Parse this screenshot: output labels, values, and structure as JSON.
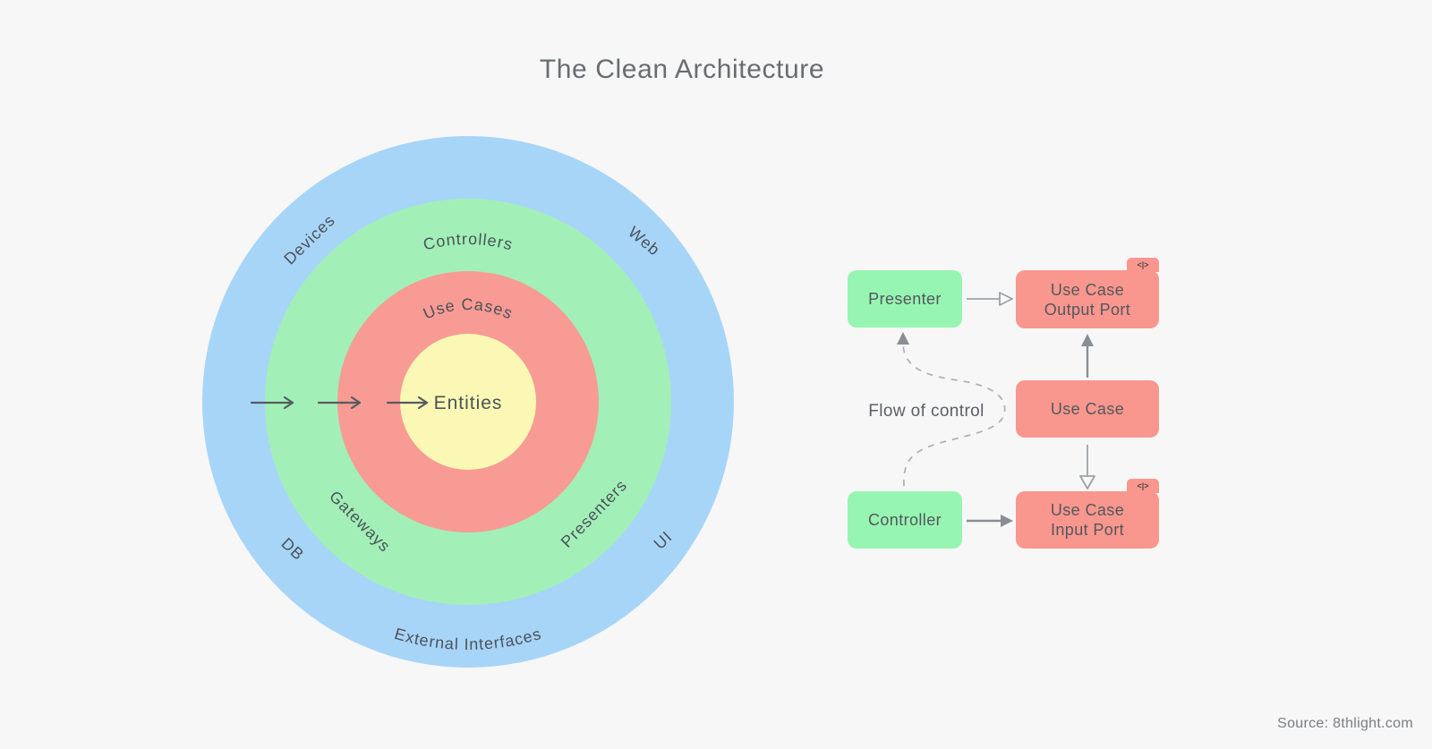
{
  "page": {
    "title": "The Clean Architecture",
    "source": "Source: 8thlight.com",
    "background": "#f7f7f7"
  },
  "colors": {
    "ring_blue": "#a7d5f8",
    "ring_green": "#a2f0b7",
    "ring_red": "#f89b94",
    "ring_yellow": "#faf8b4",
    "box_green": "#97f5b2",
    "box_red": "#f9978e",
    "arrow_dark": "#565b62",
    "arrow_gray": "#8a8d93",
    "dashed_gray": "#b0b2b6",
    "label_dark": "#4c525a"
  },
  "circle_diagram": {
    "labels": {
      "entities": "Entities",
      "use_cases": "Use Cases",
      "controllers": "Controllers",
      "gateways": "Gateways",
      "presenters": "Presenters",
      "devices": "Devices",
      "web": "Web",
      "db": "DB",
      "ui": "UI",
      "external_interfaces": "External Interfaces"
    }
  },
  "flow_diagram": {
    "presenter_label": "Presenter",
    "controller_label": "Controller",
    "use_case_label": "Use Case",
    "output_port": {
      "line1": "Use Case",
      "line2": "Output Port"
    },
    "input_port": {
      "line1": "Use Case",
      "line2": "Input Port"
    },
    "flow_label": "Flow of control",
    "interface_marker": "<|>"
  }
}
